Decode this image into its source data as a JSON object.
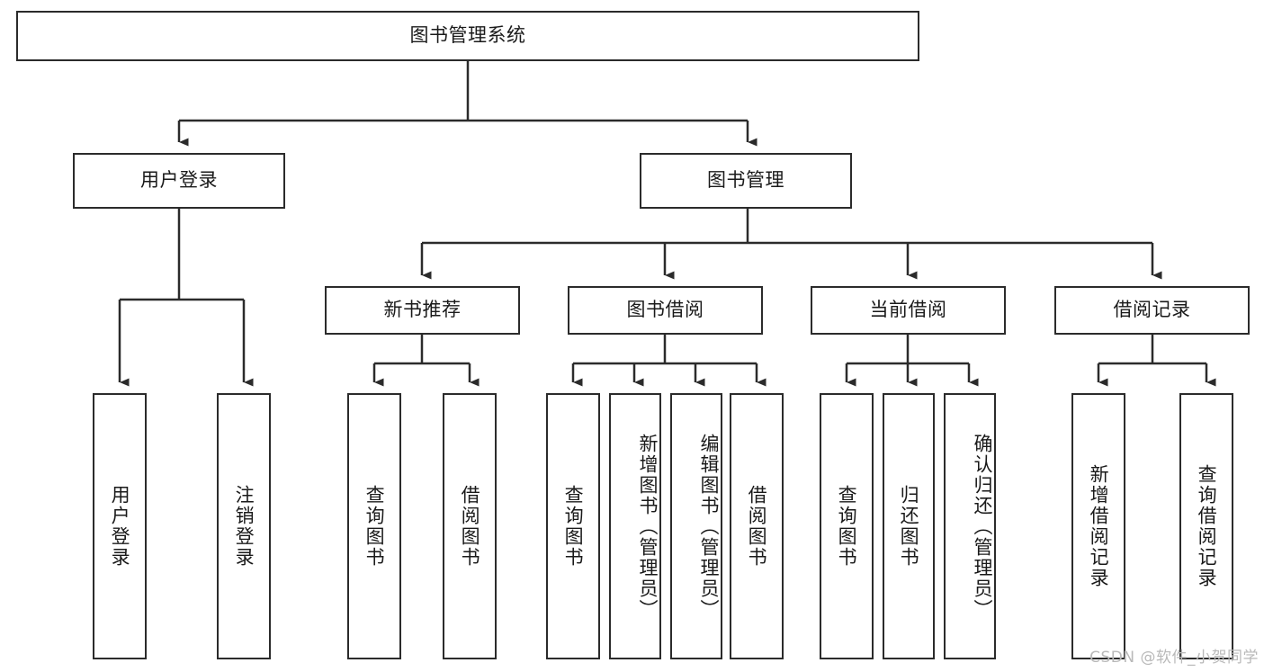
{
  "diagram": {
    "title": "图书管理系统",
    "type": "tree-hierarchy-chart",
    "watermark": "CSDN @软件_小贺同学",
    "colors": {
      "stroke": "#2b2b2b",
      "fill": "#ffffff",
      "text": "#1a1a1a",
      "watermark": "#b9b9b9"
    },
    "levels": {
      "root": "图书管理系统",
      "level2": [
        "用户登录",
        "图书管理"
      ],
      "level3": [
        "新书推荐",
        "图书借阅",
        "当前借阅",
        "借阅记录"
      ]
    }
  },
  "nodes": {
    "root": {
      "label": "图书管理系统"
    },
    "user_login": {
      "label": "用户登录"
    },
    "book_manage": {
      "label": "图书管理"
    },
    "new_book_rec": {
      "label": "新书推荐"
    },
    "book_borrow": {
      "label": "图书借阅"
    },
    "current_borrow": {
      "label": "当前借阅"
    },
    "borrow_record": {
      "label": "借阅记录"
    },
    "leaf_user_login": {
      "label": "用户登录"
    },
    "leaf_logout": {
      "label": "注销登录"
    },
    "leaf_query_book_1": {
      "label": "查询图书"
    },
    "leaf_borrow_book_1": {
      "label": "借阅图书"
    },
    "leaf_query_book_2": {
      "label": "查询图书"
    },
    "leaf_add_book": {
      "label": "新增图书（管理员）"
    },
    "leaf_edit_book": {
      "label": "编辑图书（管理员）"
    },
    "leaf_borrow_book_2": {
      "label": "借阅图书"
    },
    "leaf_query_book_3": {
      "label": "查询图书"
    },
    "leaf_return_book": {
      "label": "归还图书"
    },
    "leaf_confirm_return": {
      "label": "确认归还（管理员）"
    },
    "leaf_add_record": {
      "label": "新增借阅记录"
    },
    "leaf_query_record": {
      "label": "查询借阅记录"
    }
  }
}
